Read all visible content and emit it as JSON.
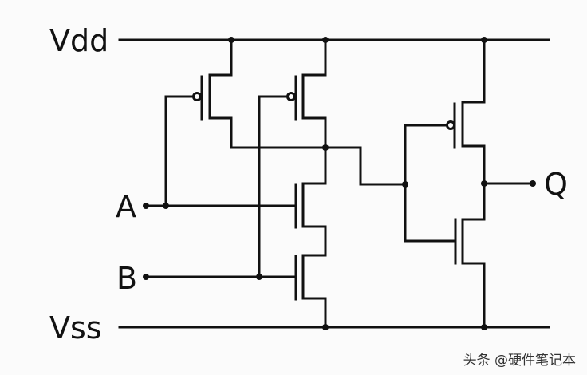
{
  "labels": {
    "vdd": "Vdd",
    "vss": "Vss",
    "a": "A",
    "b": "B",
    "q": "Q"
  },
  "watermark": "头条 @硬件笔记本"
}
